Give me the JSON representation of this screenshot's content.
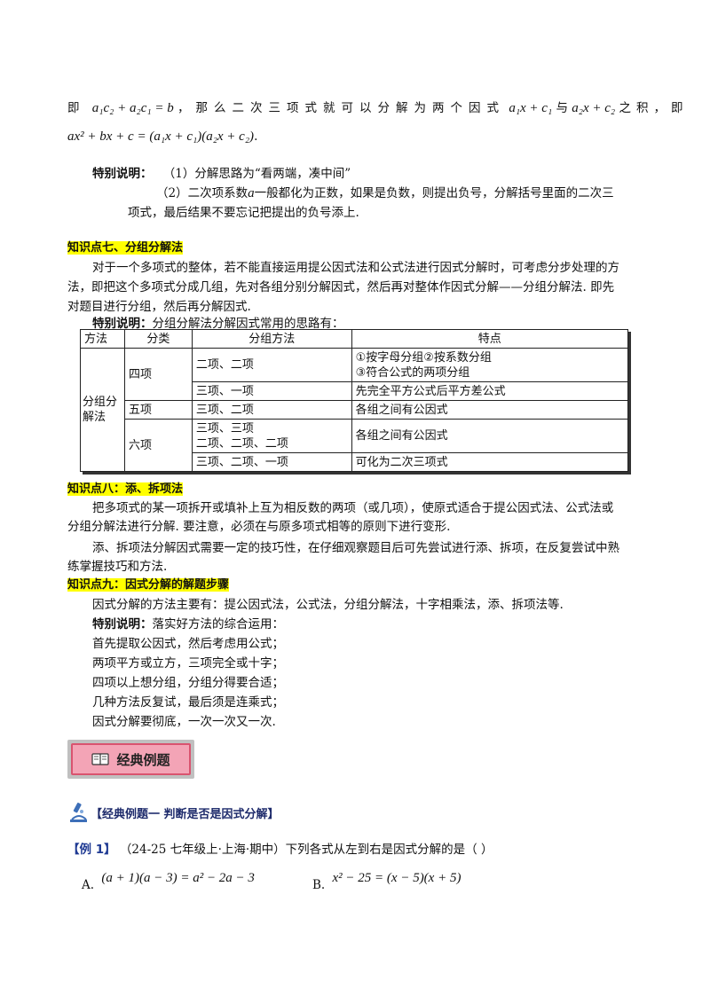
{
  "intro": {
    "w_ji": "即",
    "cond_eq": "a₁c₂ + a₂c₁ = b",
    "text1": "，那么二次三项式就可以分解为两个因式",
    "factor1": "a₁x + c₁",
    "yu": "与",
    "factor2": "a₂x + c₂",
    "text2": "之积，即",
    "formula": "ax² + bx + c = (a₁x + c₁)(a₂x + c₂)",
    "period": "."
  },
  "special1": {
    "label": "特别说明：",
    "item1": "（1）分解思路为“看两端，凑中间”",
    "item2_a": "（2）二次项系数",
    "item2_var": "a",
    "item2_b": "一般都化为正数，如果是负数，则提出负号，分解括号里面的二次三",
    "item2_c": "项式，最后结果不要忘记把提出的负号添上."
  },
  "kp7": {
    "title": "知识点七、分组分解法",
    "p1": "对于一个多项式的整体，若不能直接运用提公因式法和公式法进行因式分解时，可考虑分步处理的方",
    "p2": "法，即把这个多项式分成几组，先对各组分别分解因式，然后再对整体作因式分解——分组分解法. 即先",
    "p3": "对题目进行分组，然后再分解因式.",
    "special_label": "特别说明：",
    "special_text": "分组分解法分解因式常用的思路有："
  },
  "table": {
    "headers": [
      "方法",
      "分类",
      "分组方法",
      "特点"
    ],
    "method": "分组分解法",
    "cat_four": "四项",
    "cat_five": "五项",
    "cat_six": "六项",
    "r1_group": "二项、二项",
    "r1_feat_1": "①按字母分组②按系数分组",
    "r1_feat_2": "③符合公式的两项分组",
    "r2_group": "三项、一项",
    "r2_feat": "先完全平方公式后平方差公式",
    "r3_group": "三项、二项",
    "r3_feat": "各组之间有公因式",
    "r4_group_1": "三项、三项",
    "r4_group_2": "二项、二项、二项",
    "r4_feat": "各组之间有公因式",
    "r5_group": "三项、二项、一项",
    "r5_feat": "可化为二次三项式"
  },
  "kp8": {
    "title": "知识点八：添、拆项法",
    "p1": "把多项式的某一项拆开或填补上互为相反数的两项（或几项），使原式适合于提公因式法、公式法或",
    "p2": "分组分解法进行分解. 要注意，必须在与原多项式相等的原则下进行变形.",
    "p3": "添、拆项法分解因式需要一定的技巧性，在仔细观察题目后可先尝试进行添、拆项，在反复尝试中熟",
    "p4": "练掌握技巧和方法."
  },
  "kp9": {
    "title": "知识点九：因式分解的解题步骤",
    "p1": "因式分解的方法主要有：提公因式法，公式法，分组分解法，十字相乘法，添、拆项法等.",
    "special_label": "特别说明：",
    "special_text": "落实好方法的综合运用：",
    "l1": "首先提取公因式，然后考虑用公式；",
    "l2": "两项平方或立方，三项完全或十字；",
    "l3": "四项以上想分组，分组分得要合适；",
    "l4": "几种方法反复试，最后须是连乘式；",
    "l5": "因式分解要彻底，一次一次又一次."
  },
  "section": {
    "button_label": "经典例题",
    "example_title": "【经典例题一  判断是否是因式分解】"
  },
  "example1": {
    "tag": "【例 1】",
    "source": "（24-25 七年级上·上海·期中）下列各式从左到右是因式分解的是（    ）",
    "opt_a_label": "A.",
    "opt_a": "(a + 1)(a − 3) = a² − 2a − 3",
    "opt_b_label": "B.",
    "opt_b": "x² − 25 = (x − 5)(x + 5)"
  }
}
